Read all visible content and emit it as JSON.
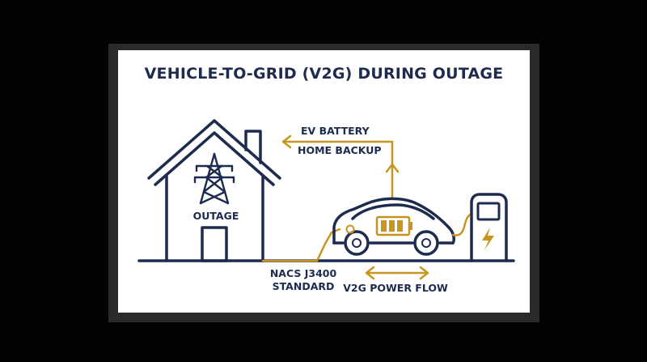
{
  "title": "VEHICLE-TO-GRID (V2G) DURING OUTAGE",
  "labels": {
    "ev_battery": "EV BATTERY",
    "home_backup": "HOME BACKUP",
    "outage": "OUTAGE",
    "nacs_line1": "NACS J3400",
    "nacs_line2": "STANDARD",
    "v2g_power_flow": "V2G POWER FLOW"
  },
  "colors": {
    "navy": "#1d2b4f",
    "gold": "#c8951f",
    "background": "#ffffff"
  },
  "icons": [
    "house-icon",
    "transmission-tower-icon",
    "electric-car-icon",
    "battery-icon",
    "charging-station-icon",
    "lightning-bolt-icon"
  ]
}
